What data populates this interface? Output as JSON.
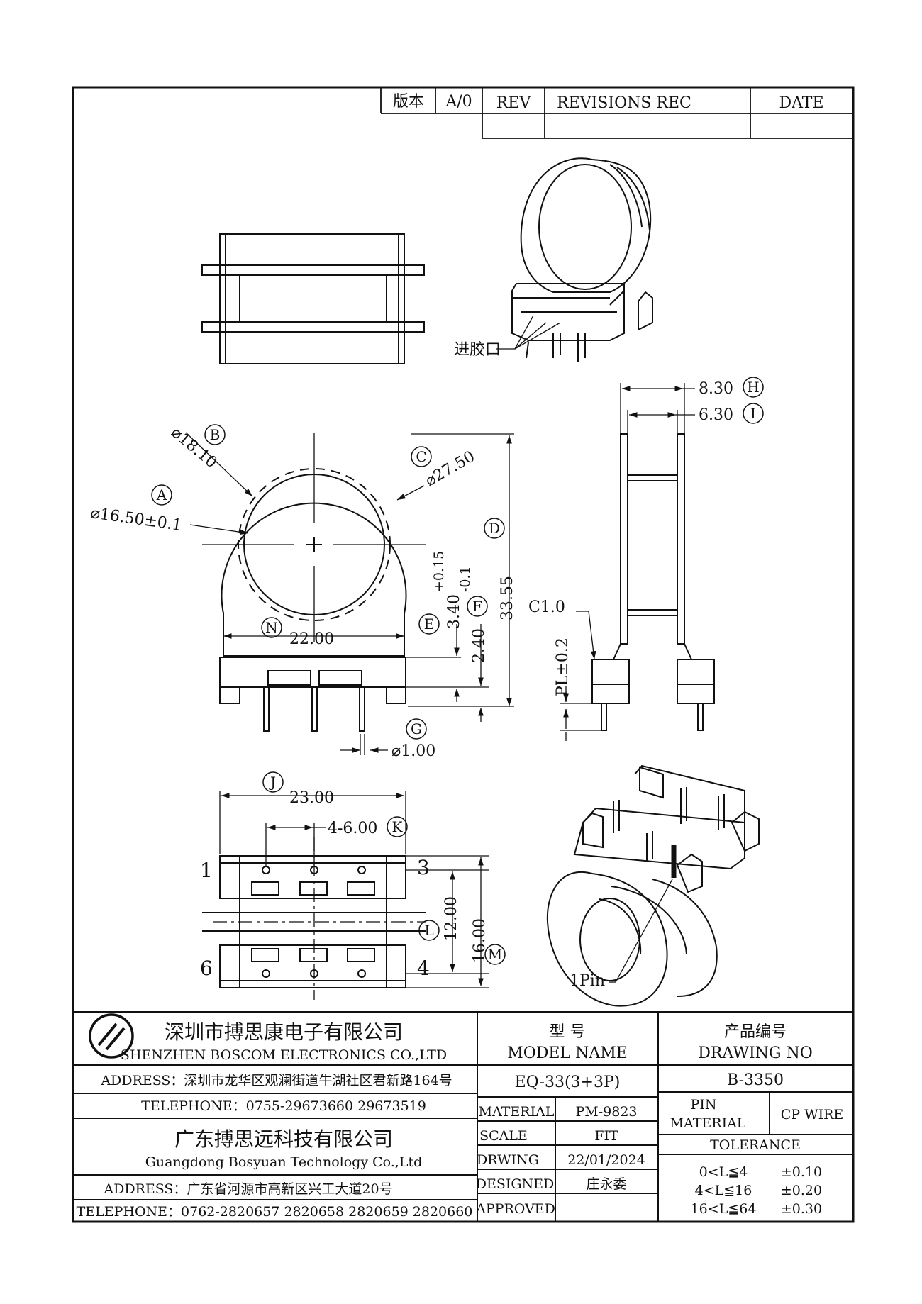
{
  "revision_block": {
    "version_label": "版本",
    "version_value": "A/0",
    "rev_label": "REV",
    "revisions_label": "REVISIONS REC",
    "date_label": "DATE"
  },
  "annotations": {
    "gate": "进胶口",
    "pin1": "1Pin",
    "c1": "C1.0",
    "pl": "PL±0.2"
  },
  "dimensions": {
    "phi_a": "⌀16.50±0.1",
    "phi_b": "⌀18.10",
    "phi_c": "⌀27.50",
    "d": "33.55",
    "e": "3.40",
    "e_tol_plus": "+0.15",
    "e_tol_minus": "-0.1",
    "f": "2.40",
    "g": "⌀1.00",
    "h": "8.30",
    "i": "6.30",
    "j": "23.00",
    "k": "4-6.00",
    "l": "12.00",
    "m": "16.00",
    "n": "22.00"
  },
  "markers": [
    "A",
    "B",
    "C",
    "D",
    "E",
    "F",
    "G",
    "H",
    "I",
    "J",
    "K",
    "L",
    "M",
    "N"
  ],
  "pin_numbers": [
    "1",
    "3",
    "6",
    "4"
  ],
  "company1": {
    "name_cn": "深圳市搏思康电子有限公司",
    "name_en": "SHENZHEN BOSCOM ELECTRONICS CO.,LTD",
    "address": "ADDRESS：深圳市龙华区观澜街道牛湖社区君新路164号",
    "telephone": "TELEPHONE：0755-29673660 29673519"
  },
  "company2": {
    "name_cn": "广东搏思远科技有限公司",
    "name_en": "Guangdong Bosyuan Technology Co.,Ltd",
    "address": "ADDRESS：广东省河源市高新区兴工大道20号",
    "telephone": "TELEPHONE：0762-2820657 2820658 2820659 2820660"
  },
  "model": {
    "label_cn": "型      号",
    "label_en": "MODEL NAME",
    "value": "EQ-33(3+3P)"
  },
  "drawing_no": {
    "label_cn": "产品编号",
    "label_en": "DRAWING NO",
    "value": "B-3350"
  },
  "specs": [
    {
      "label": "MATERIAL",
      "value": "PM-9823"
    },
    {
      "label": "SCALE",
      "value": "FIT"
    },
    {
      "label": "DRWING",
      "value": "22/01/2024"
    },
    {
      "label": "DESIGNED",
      "value": "庄永委"
    },
    {
      "label": "APPROVED",
      "value": ""
    }
  ],
  "pin_material": {
    "label_line1": "PIN",
    "label_line2": "MATERIAL",
    "value": "CP WIRE"
  },
  "tolerance": {
    "title": "TOLERANCE",
    "rows": [
      {
        "range": "0<L≦4",
        "value": "±0.10"
      },
      {
        "range": "4<L≦16",
        "value": "±0.20"
      },
      {
        "range": "16<L≦64",
        "value": "±0.30"
      }
    ]
  }
}
